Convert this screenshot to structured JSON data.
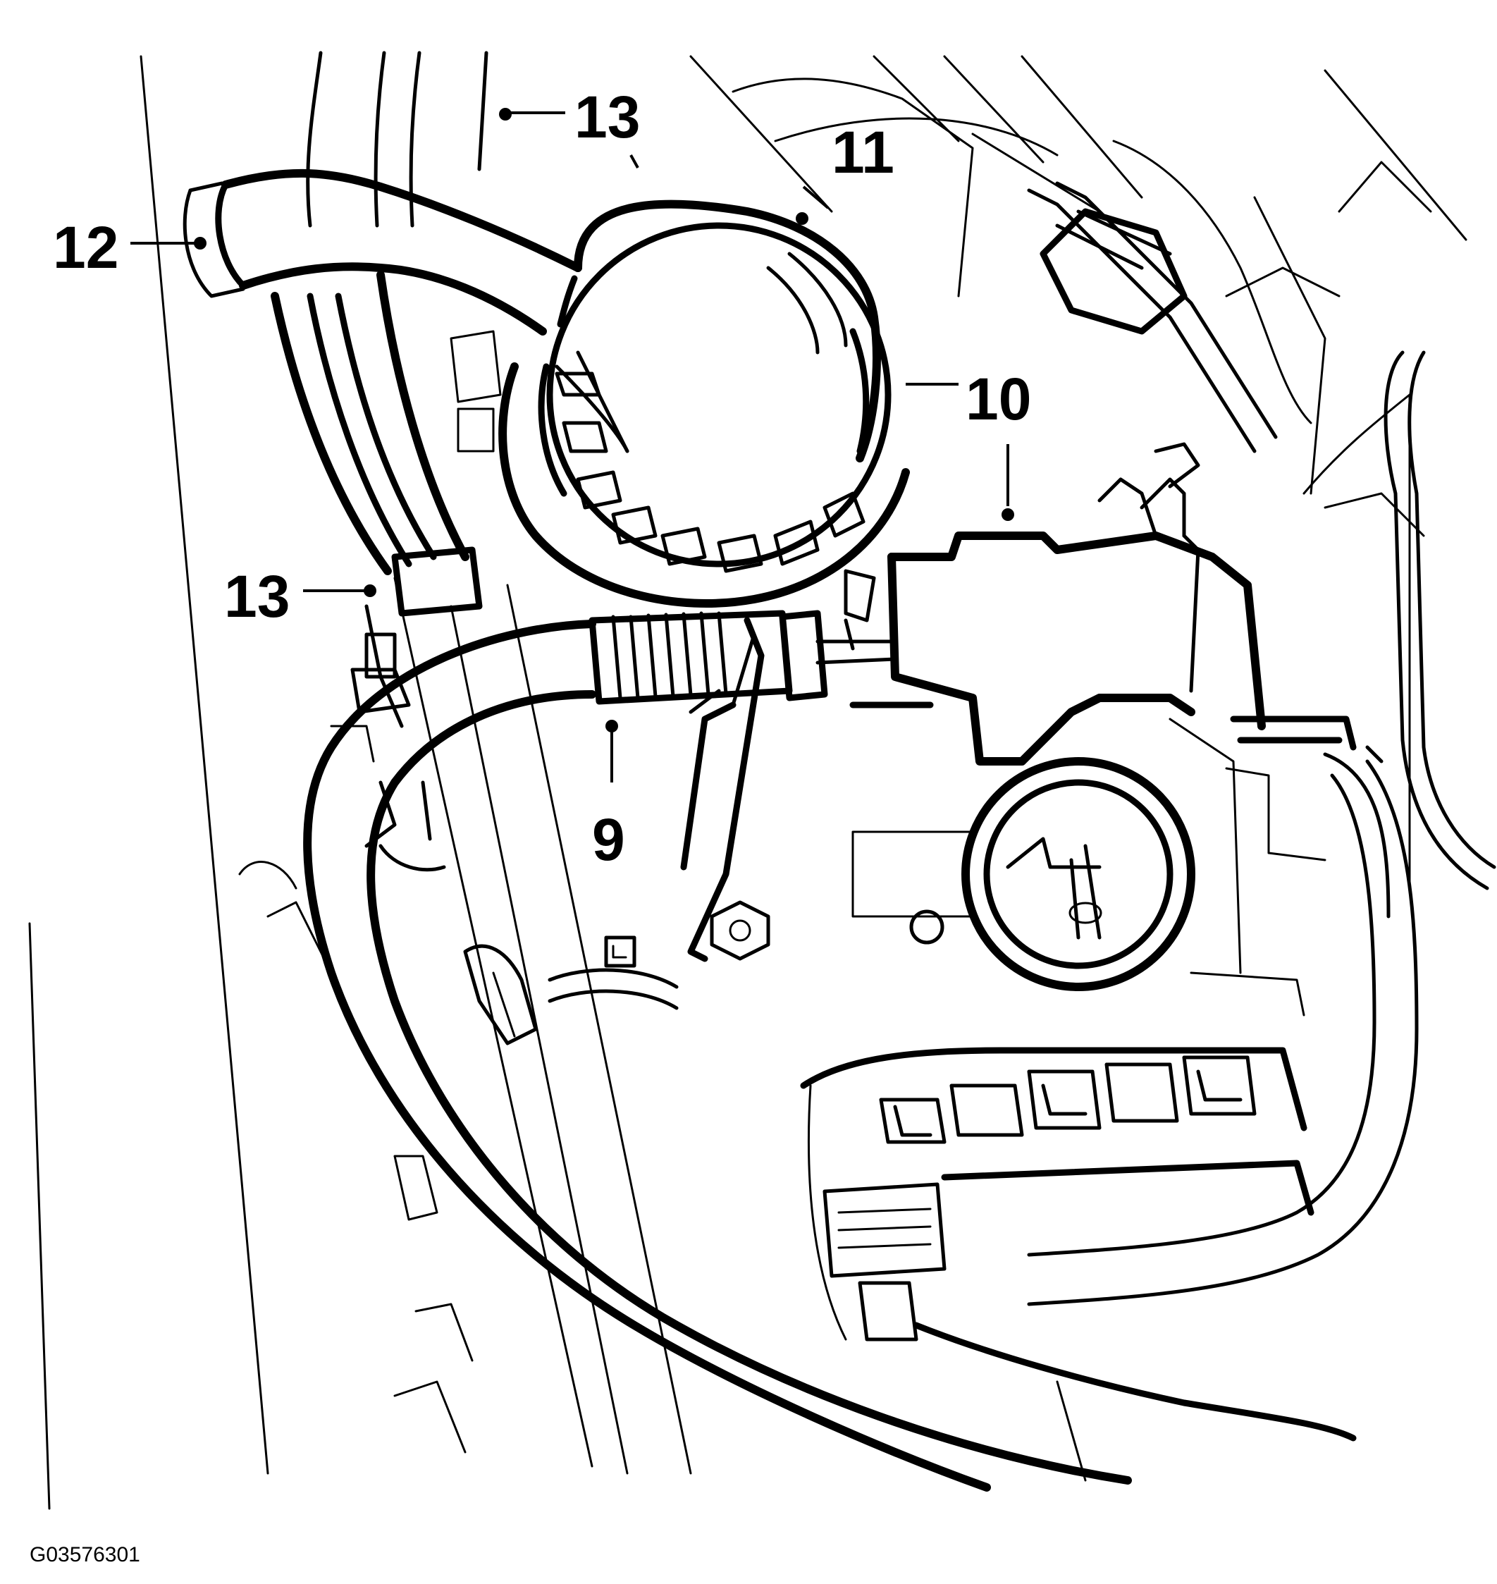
{
  "figure_id": "G03576301",
  "callouts": [
    {
      "id": "callout-9",
      "label": "9"
    },
    {
      "id": "callout-10",
      "label": "10"
    },
    {
      "id": "callout-11",
      "label": "11"
    },
    {
      "id": "callout-12",
      "label": "12"
    },
    {
      "id": "callout-13a",
      "label": "13"
    },
    {
      "id": "callout-13b",
      "label": "13"
    }
  ]
}
